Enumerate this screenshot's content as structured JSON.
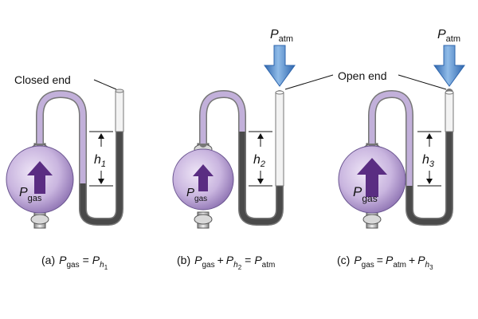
{
  "labels": {
    "closed_end": "Closed end",
    "open_end": "Open end"
  },
  "symbols": {
    "P": "P",
    "h": "h",
    "gas_sub": "gas",
    "atm_sub": "atm"
  },
  "panels": [
    {
      "id": "a",
      "height_index": "1",
      "caption_prefix": "(a)",
      "caption": {
        "p1": "P",
        "s1": "gas",
        "op1": "=",
        "p2": "P",
        "s2": "h",
        "s2b": "1"
      }
    },
    {
      "id": "b",
      "height_index": "2",
      "caption_prefix": "(b)",
      "caption": {
        "p1": "P",
        "s1": "gas",
        "op1": "+",
        "p2": "P",
        "s2": "h",
        "s2b": "2",
        "op2": "=",
        "p3": "P",
        "s3": "atm"
      }
    },
    {
      "id": "c",
      "height_index": "3",
      "caption_prefix": "(c)",
      "caption": {
        "p1": "P",
        "s1": "gas",
        "op1": "=",
        "p2": "P",
        "s2": "atm",
        "op2": "+",
        "p3": "P",
        "s3": "h",
        "s3b": "3"
      }
    }
  ],
  "colors": {
    "gas_purple": "#b7a3d4",
    "mercury": "#4a4a4a",
    "arrow_blue": "#4a86c8",
    "arrow_dark_purple": "#5a2d82"
  }
}
